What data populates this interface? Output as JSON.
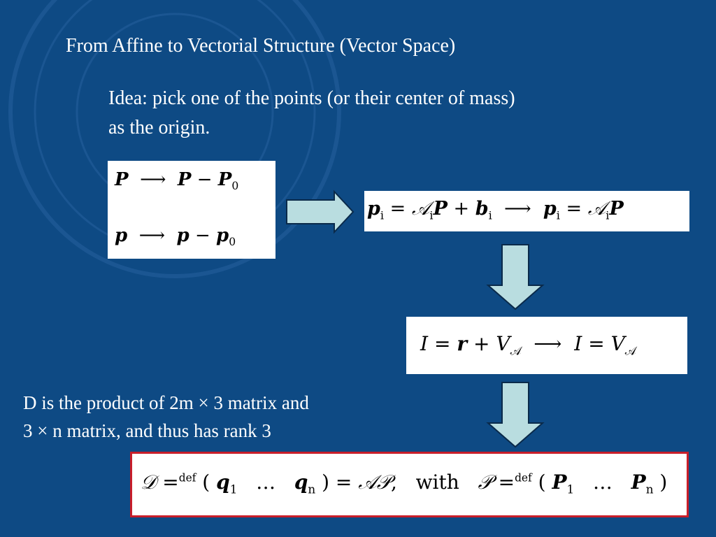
{
  "slide": {
    "title": "From Affine to Vectorial Structure (Vector Space)",
    "idea_line1": "Idea: pick one of the points (or their center of mass)",
    "idea_line2": "as the origin.",
    "note_line1": "D is the product of 2m  × 3 matrix and",
    "note_line2": "3  × n matrix, and thus has rank 3"
  },
  "equations": {
    "eq1_line1": "P ⟶ P − P0",
    "eq1_line2": "p ⟶ p − p0",
    "eq2": "pi = AiP + bi ⟶ pi = AiP",
    "eq3": "I = r + VA ⟶ I = VA",
    "eq4": "D =def ( q1 … qn ) = AP, with P =def ( P1 … Pn )"
  },
  "colors": {
    "background": "#0e4a84",
    "arrow_fill": "#b9dde0",
    "highlight_border": "#c81e2a"
  }
}
